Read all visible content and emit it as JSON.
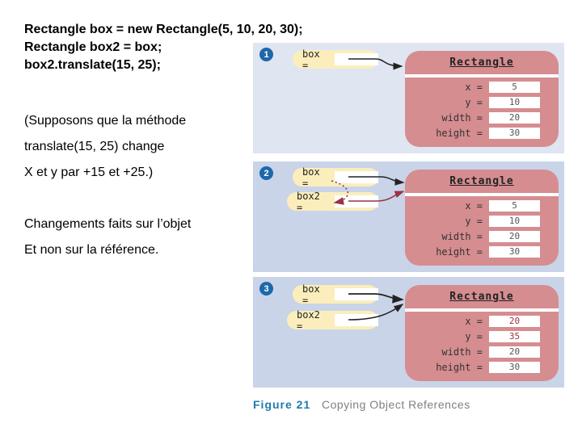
{
  "code": {
    "lines": [
      "Rectangle box = new Rectangle(5, 10, 20, 30);",
      "Rectangle box2 = box;",
      "box2.translate(15, 25);"
    ]
  },
  "notes": {
    "para1": [
      "(Supposons que la méthode",
      "translate(15, 25) change",
      "X et y par +15 et +25.)"
    ],
    "para2": [
      "Changements faits sur l’objet",
      "Et non sur la référence."
    ]
  },
  "panels": [
    {
      "step": "1",
      "refs": [
        {
          "label": "box ="
        }
      ],
      "object": {
        "title": "Rectangle",
        "fields": [
          {
            "label": "x =",
            "value": "5"
          },
          {
            "label": "y =",
            "value": "10"
          },
          {
            "label": "width =",
            "value": "20"
          },
          {
            "label": "height =",
            "value": "30"
          }
        ]
      }
    },
    {
      "step": "2",
      "refs": [
        {
          "label": "box ="
        },
        {
          "label": "box2 ="
        }
      ],
      "object": {
        "title": "Rectangle",
        "fields": [
          {
            "label": "x =",
            "value": "5"
          },
          {
            "label": "y =",
            "value": "10"
          },
          {
            "label": "width =",
            "value": "20"
          },
          {
            "label": "height =",
            "value": "30"
          }
        ]
      }
    },
    {
      "step": "3",
      "refs": [
        {
          "label": "box ="
        },
        {
          "label": "box2 ="
        }
      ],
      "object": {
        "title": "Rectangle",
        "fields": [
          {
            "label": "x =",
            "value": "20",
            "changed": true
          },
          {
            "label": "y =",
            "value": "35",
            "changed": true
          },
          {
            "label": "width =",
            "value": "20"
          },
          {
            "label": "height =",
            "value": "30"
          }
        ]
      }
    }
  ],
  "figure": {
    "label": "Figure 21",
    "title": "Copying Object References"
  },
  "colors": {
    "panel1_bg": "#dfe5f1",
    "panel_bg": "#c9d4e8",
    "object_fill": "#d58d90",
    "reference_pill": "#fbeebc",
    "step_circle": "#1e67ab",
    "changed_value": "#a13240",
    "reference_arrow": "#222222",
    "copy_arrow": "#993344",
    "figure_label": "#1f7ba8",
    "figure_title": "#808080"
  }
}
